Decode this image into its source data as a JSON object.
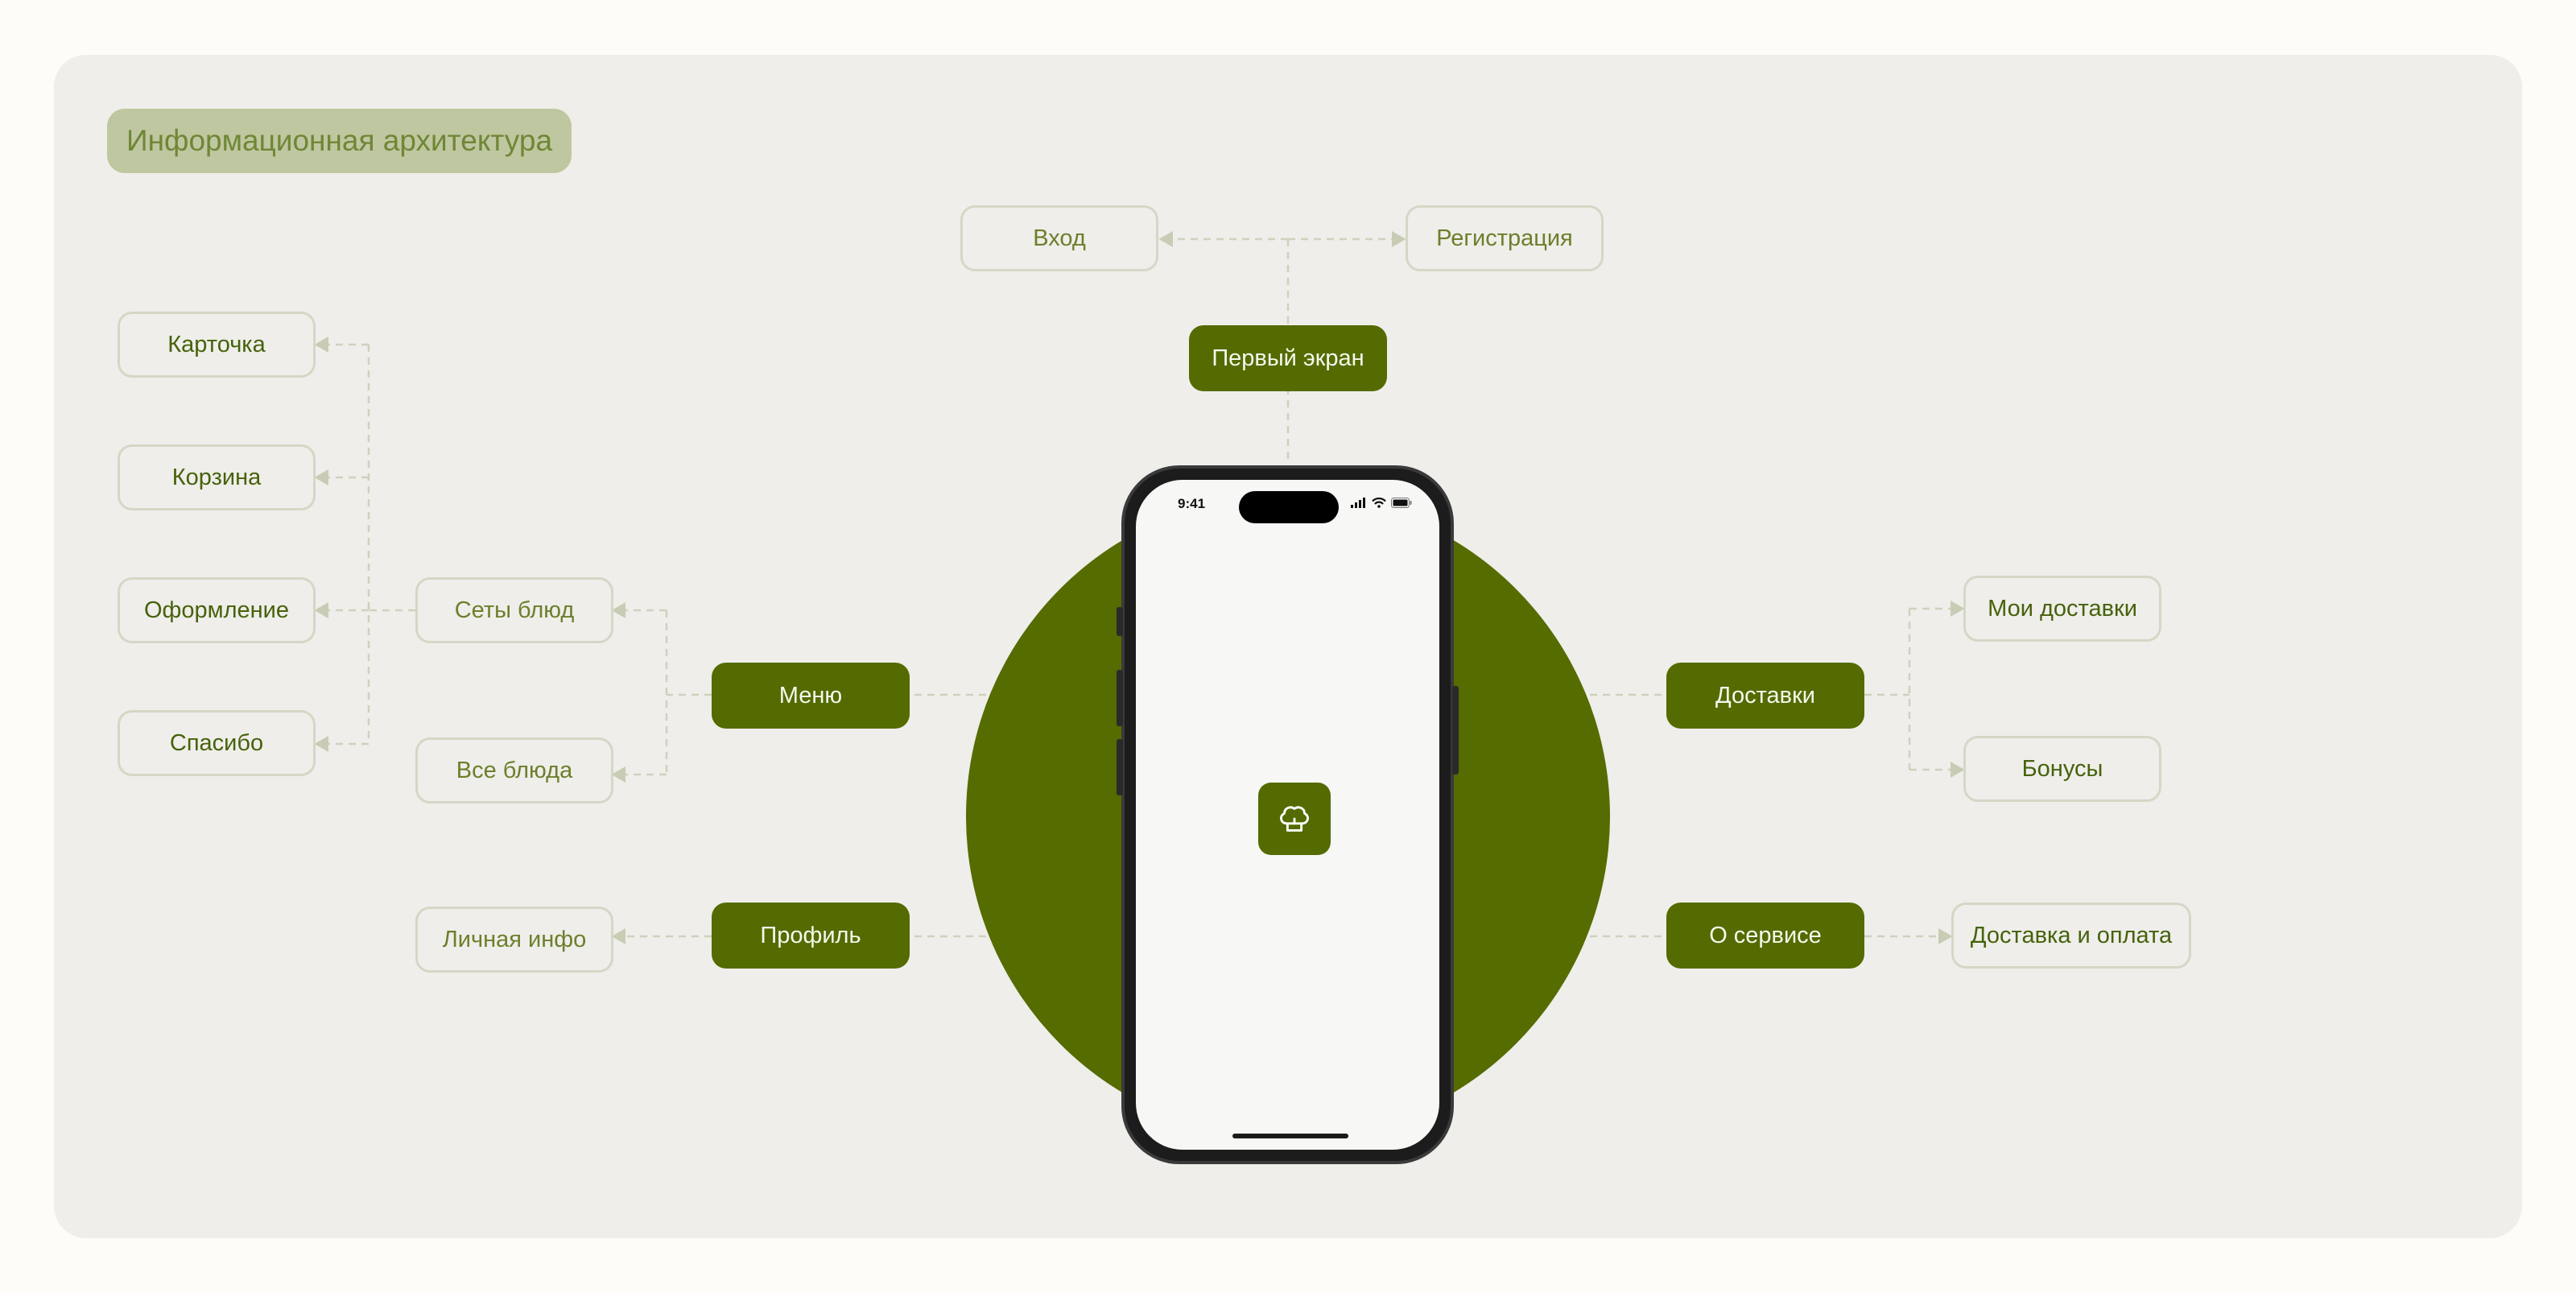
{
  "title": "Информационная архитектура",
  "nodes": {
    "vhod": "Вход",
    "registration": "Регистрация",
    "first_screen": "Первый экран",
    "kartochka": "Карточка",
    "korzina": "Корзина",
    "oformlenie": "Оформление",
    "spasibo": "Спасибо",
    "sety": "Сеты блюд",
    "vse": "Все блюда",
    "menu": "Меню",
    "profile": "Профиль",
    "personal": "Личная инфо",
    "deliveries": "Доставки",
    "my_deliveries": "Мои доставки",
    "bonuses": "Бонусы",
    "about": "О сервисе",
    "delivery_payment": "Доставка и оплата"
  },
  "phone": {
    "time": "9:41",
    "app_icon": "chef-hat-icon"
  },
  "colors": {
    "accent": "#536b00",
    "panel": "#efeeea",
    "chip": "#bfc7a0",
    "node_border": "#d5d7c6",
    "connector": "#c9ccb4"
  }
}
